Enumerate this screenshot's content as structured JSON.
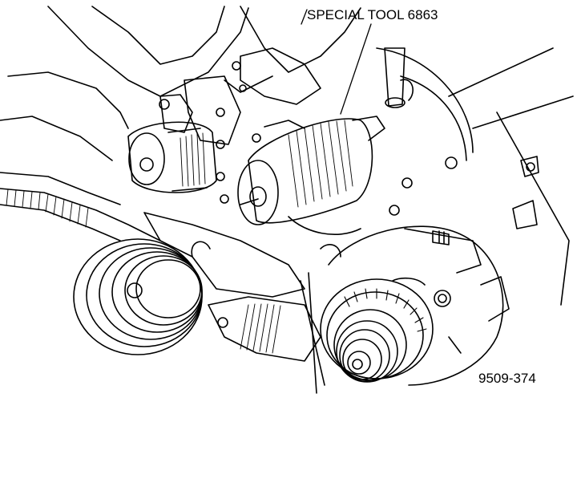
{
  "labels": {
    "special_tool": "SPECIAL TOOL 6863",
    "figure_code": "9509-374"
  },
  "colors": {
    "ink": "#000000",
    "paper": "#ffffff"
  },
  "parts": [
    "alternator",
    "alternator-pulley",
    "crankshaft-pulley",
    "drive-belt",
    "power-steering-pump",
    "special-tool-puller",
    "mounting-bracket",
    "timing-cover"
  ]
}
